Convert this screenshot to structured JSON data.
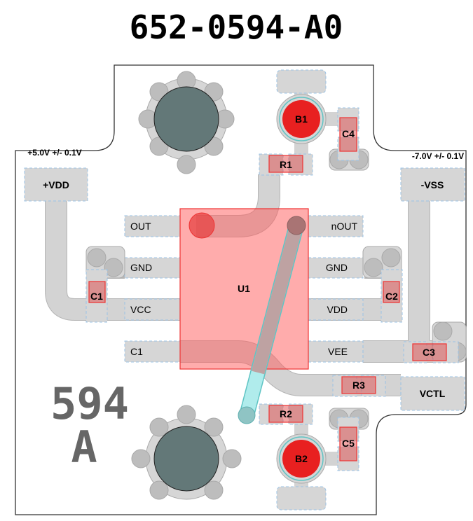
{
  "title": "652-0594-A0",
  "supplies": {
    "vdd_spec": "+5.0V +/- 0.1V",
    "vss_spec": "-7.0V +/- 0.1V",
    "vdd_label": "+VDD",
    "vss_label": "-VSS",
    "vctl_label": "VCTL"
  },
  "ic": {
    "ref": "U1",
    "left_pins": [
      "OUT",
      "GND",
      "VCC",
      "C1"
    ],
    "right_pins": [
      "nOUT",
      "GND",
      "VDD",
      "VEE"
    ]
  },
  "components": {
    "B1": "B1",
    "B2": "B2",
    "R1": "R1",
    "R2": "R2",
    "R3": "R3",
    "C1": "C1",
    "C2": "C2",
    "C3": "C3",
    "C4": "C4",
    "C5": "C5"
  },
  "silkscreen": {
    "part": "594",
    "rev": "A"
  },
  "colors": {
    "component": "#e33333",
    "board_edge": "#333333",
    "copper": "#d6d6d6",
    "via_trace": "#5fd4d4",
    "hole": "#637878"
  }
}
